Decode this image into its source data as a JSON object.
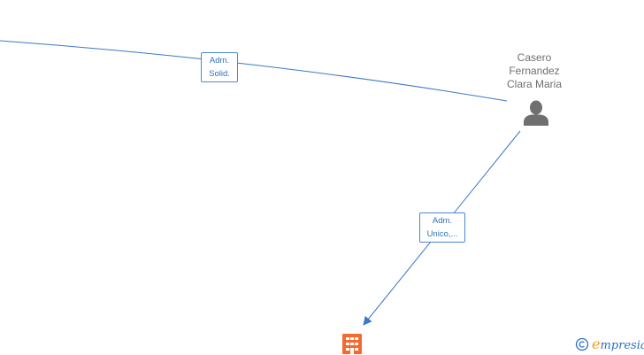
{
  "graph": {
    "edges": [
      {
        "label_line1": "Adm.",
        "label_line2": "Solid."
      },
      {
        "label_line1": "Adm.",
        "label_line2": "Unico,..."
      }
    ],
    "person": {
      "name_line1": "Casero",
      "name_line2": "Fernandez",
      "name_line3": "Clara Maria",
      "icon": "person-icon"
    },
    "company": {
      "icon": "building-icon"
    }
  },
  "watermark": {
    "symbol": "©",
    "brand_initial": "e",
    "brand_rest": "mpresia"
  },
  "colors": {
    "edge": "#3a78c8",
    "label_text": "#2f6fc0",
    "person_icon": "#6f6f6f",
    "company_icon": "#f26a30",
    "watermark_accent": "#f0a020"
  }
}
